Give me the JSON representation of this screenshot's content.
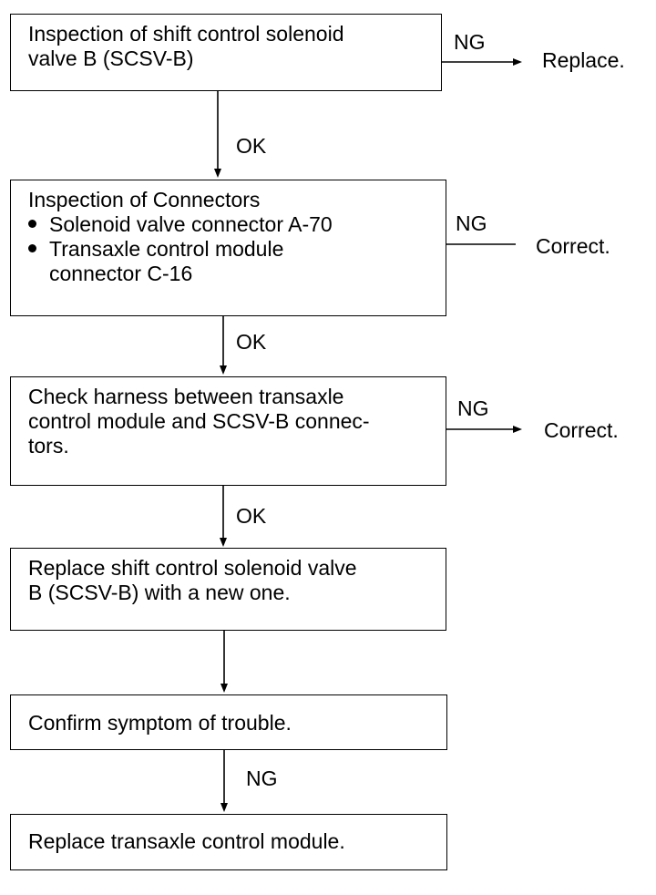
{
  "flowchart": {
    "steps": [
      {
        "lines": [
          "Inspection of shift control solenoid",
          "valve B (SCSV-B)"
        ]
      },
      {
        "title": "Inspection of Connectors",
        "bullets": [
          {
            "lines": [
              "Solenoid valve connector A-70"
            ]
          },
          {
            "lines": [
              "Transaxle control module",
              "connector C-16"
            ]
          }
        ]
      },
      {
        "lines": [
          "Check harness between transaxle",
          "control module and SCSV-B connec-",
          "tors."
        ]
      },
      {
        "lines": [
          "Replace shift control solenoid valve",
          "B (SCSV-B) with a new one."
        ]
      },
      {
        "lines": [
          "Confirm symptom of trouble."
        ]
      },
      {
        "lines": [
          "Replace transaxle control module."
        ]
      }
    ],
    "down_labels": [
      "OK",
      "OK",
      "OK",
      "",
      "NG"
    ],
    "side_branches": [
      {
        "label": "NG",
        "action": "Replace."
      },
      {
        "label": "NG",
        "action": "Correct."
      },
      {
        "label": "NG",
        "action": "Correct."
      }
    ]
  }
}
